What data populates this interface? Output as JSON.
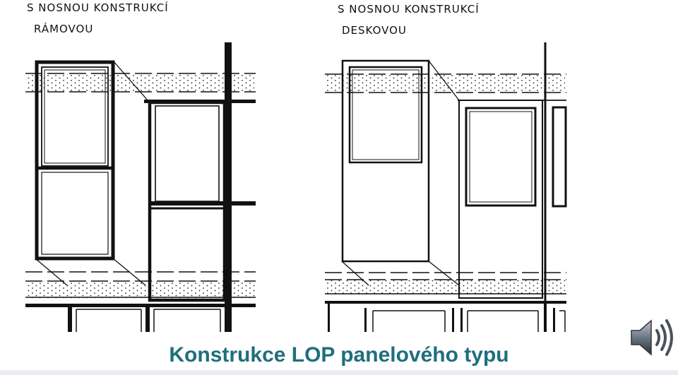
{
  "labels": {
    "left_line1": "S NOSNOU KONSTRUKCÍ",
    "left_line2": "RÁMOVOU",
    "right_line1": "S NOSNOU KONSTRUKCÍ",
    "right_line2": "DESKOVOU"
  },
  "caption": "Konstrukce LOP panelového typu",
  "colors": {
    "caption": "#1f6e7e",
    "ink": "#111111",
    "strip": "#e9edf2"
  },
  "icons": {
    "audio": "speaker-icon"
  }
}
